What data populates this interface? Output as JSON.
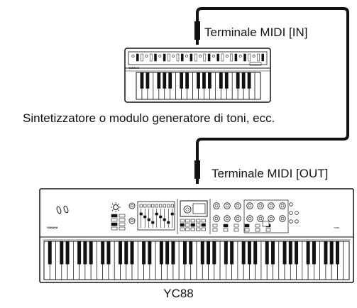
{
  "labels": {
    "midi_in": "Terminale MIDI [IN]",
    "synth_caption": "Sintetizzatore o modulo generatore di toni, ecc.",
    "midi_out": "Terminale MIDI [OUT]",
    "device_name": "YC88"
  },
  "logos": {
    "synth_brand": "YAMAHA",
    "stage_brand": "YAMAHA",
    "stage_model": "YC88"
  },
  "colors": {
    "line": "#111111",
    "fill": "#ffffff"
  }
}
